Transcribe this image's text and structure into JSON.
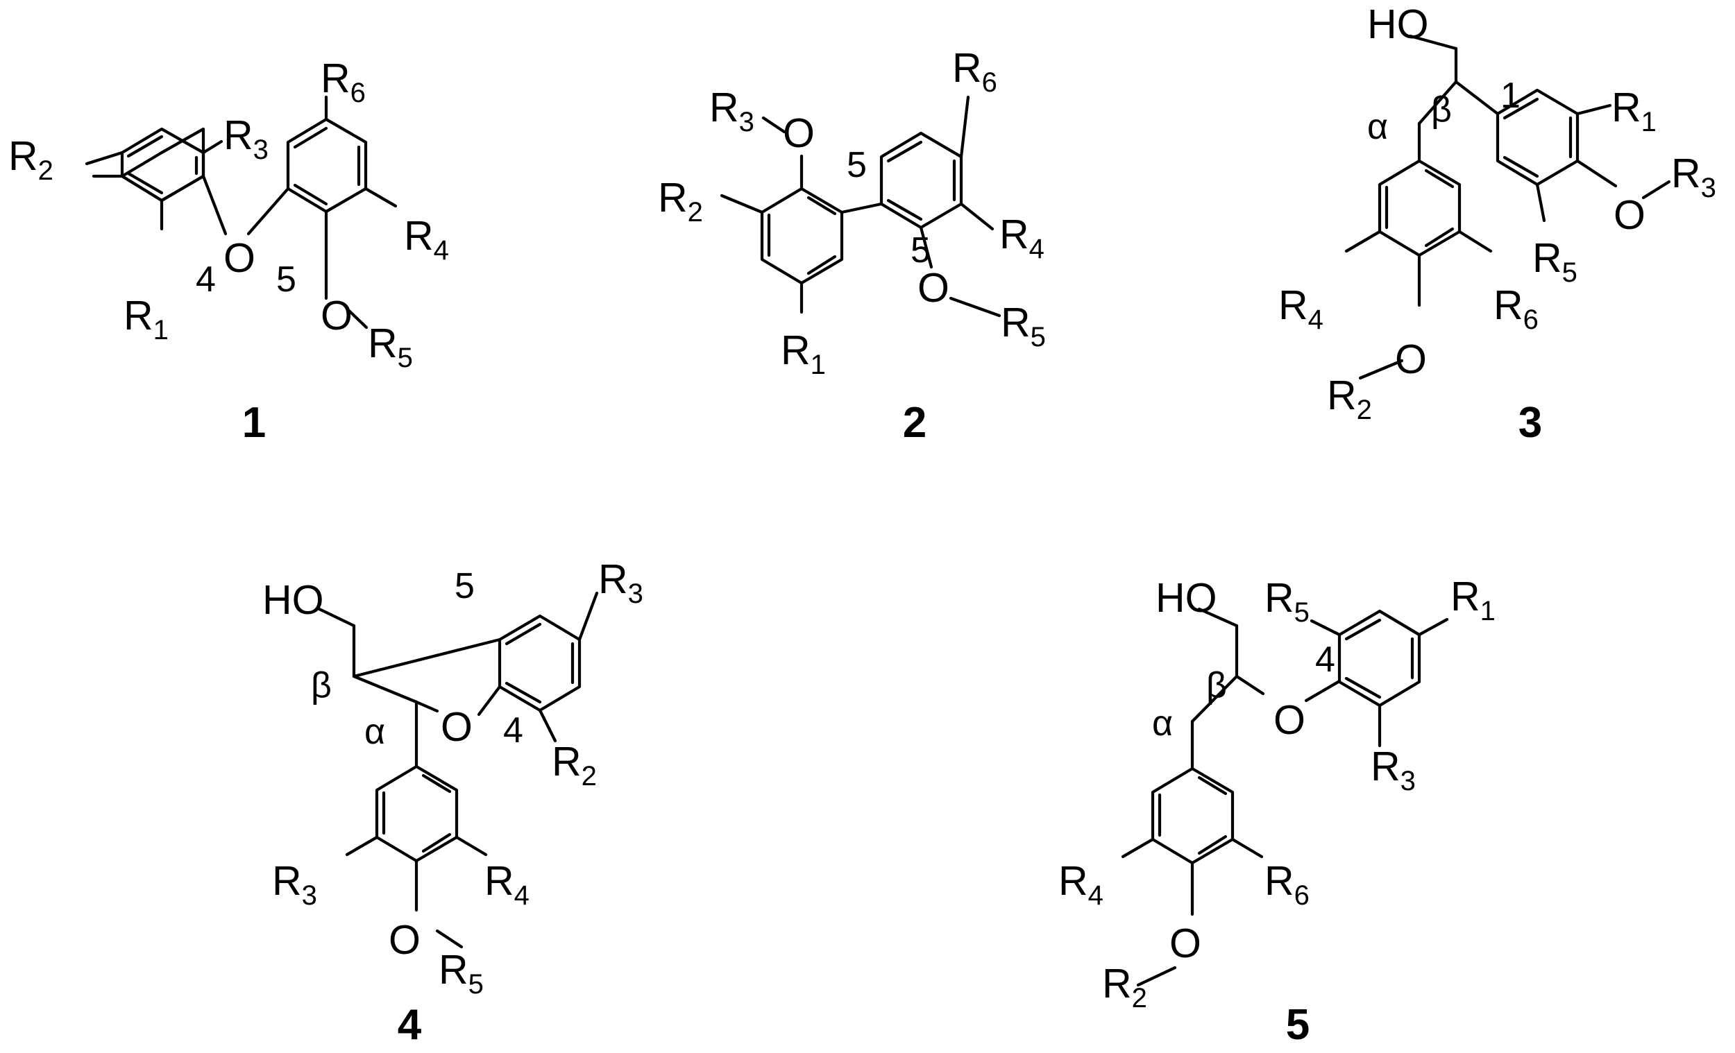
{
  "figure": {
    "structures": [
      {
        "id": "1",
        "labels": [
          {
            "key": "R2",
            "main": "R",
            "sub": "2"
          },
          {
            "key": "R3",
            "main": "R",
            "sub": "3"
          },
          {
            "key": "R6",
            "main": "R",
            "sub": "6"
          },
          {
            "key": "O-ether",
            "main": "O"
          },
          {
            "key": "R1",
            "main": "R",
            "sub": "1"
          },
          {
            "key": "R4",
            "main": "R",
            "sub": "4"
          },
          {
            "key": "O-R5",
            "main": "O"
          },
          {
            "key": "R5",
            "main": "R",
            "sub": "5"
          },
          {
            "key": "pos-4",
            "main": "4"
          },
          {
            "key": "pos-5",
            "main": "5"
          }
        ]
      },
      {
        "id": "2",
        "labels": [
          {
            "key": "R3",
            "main": "R",
            "sub": "3"
          },
          {
            "key": "O-R3",
            "main": "O"
          },
          {
            "key": "R2",
            "main": "R",
            "sub": "2"
          },
          {
            "key": "R1",
            "main": "R",
            "sub": "1"
          },
          {
            "key": "R6",
            "main": "R",
            "sub": "6"
          },
          {
            "key": "R4",
            "main": "R",
            "sub": "4"
          },
          {
            "key": "O-R5",
            "main": "O"
          },
          {
            "key": "R5",
            "main": "R",
            "sub": "5"
          },
          {
            "key": "pos-5a",
            "main": "5"
          },
          {
            "key": "pos-5b",
            "main": "5"
          }
        ]
      },
      {
        "id": "3",
        "labels": [
          {
            "key": "HO",
            "main": "HO"
          },
          {
            "key": "beta",
            "main": "β"
          },
          {
            "key": "alpha",
            "main": "α"
          },
          {
            "key": "pos-1",
            "main": "1"
          },
          {
            "key": "R1",
            "main": "R",
            "sub": "1"
          },
          {
            "key": "O-R3",
            "main": "O"
          },
          {
            "key": "R3",
            "main": "R",
            "sub": "3"
          },
          {
            "key": "R5",
            "main": "R",
            "sub": "5"
          },
          {
            "key": "R4",
            "main": "R",
            "sub": "4"
          },
          {
            "key": "R6",
            "main": "R",
            "sub": "6"
          },
          {
            "key": "O-R2",
            "main": "O"
          },
          {
            "key": "R2",
            "main": "R",
            "sub": "2"
          }
        ]
      },
      {
        "id": "4",
        "labels": [
          {
            "key": "HO",
            "main": "HO"
          },
          {
            "key": "pos-5",
            "main": "5"
          },
          {
            "key": "R3-top",
            "main": "R",
            "sub": "3"
          },
          {
            "key": "beta",
            "main": "β"
          },
          {
            "key": "alpha",
            "main": "α"
          },
          {
            "key": "O-ring",
            "main": "O"
          },
          {
            "key": "pos-4",
            "main": "4"
          },
          {
            "key": "R2",
            "main": "R",
            "sub": "2"
          },
          {
            "key": "R3",
            "main": "R",
            "sub": "3"
          },
          {
            "key": "R4",
            "main": "R",
            "sub": "4"
          },
          {
            "key": "O-R5",
            "main": "O"
          },
          {
            "key": "R5",
            "main": "R",
            "sub": "5"
          }
        ]
      },
      {
        "id": "5",
        "labels": [
          {
            "key": "HO",
            "main": "HO"
          },
          {
            "key": "R5",
            "main": "R",
            "sub": "5"
          },
          {
            "key": "R1",
            "main": "R",
            "sub": "1"
          },
          {
            "key": "pos-4",
            "main": "4"
          },
          {
            "key": "beta",
            "main": "β"
          },
          {
            "key": "O-ether",
            "main": "O"
          },
          {
            "key": "alpha",
            "main": "α"
          },
          {
            "key": "R3",
            "main": "R",
            "sub": "3"
          },
          {
            "key": "R4",
            "main": "R",
            "sub": "4"
          },
          {
            "key": "R6",
            "main": "R",
            "sub": "6"
          },
          {
            "key": "O-R2",
            "main": "O"
          },
          {
            "key": "R2",
            "main": "R",
            "sub": "2"
          }
        ]
      }
    ]
  }
}
